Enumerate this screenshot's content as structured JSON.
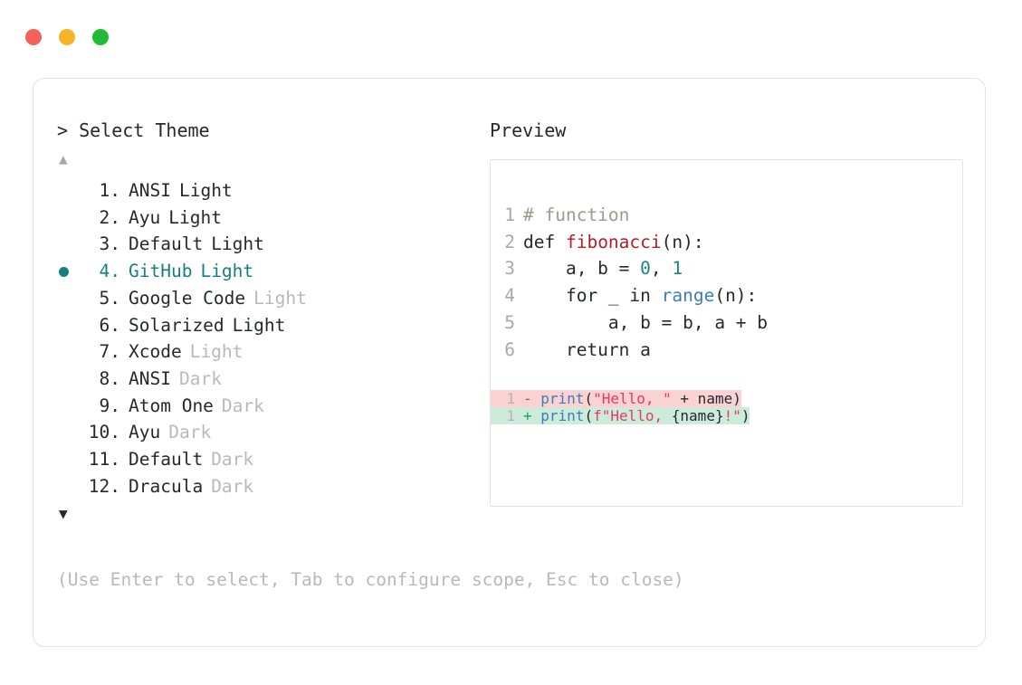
{
  "window": {
    "traffic_lights": [
      {
        "name": "close-button",
        "color": "#f4605a"
      },
      {
        "name": "minimize-button",
        "color": "#f5b525"
      },
      {
        "name": "maximize-button",
        "color": "#22bb33"
      }
    ]
  },
  "colors": {
    "accent_teal": "#15807f",
    "text": "#24292e",
    "dim": "#b9b9bd",
    "border": "#e2e2e4",
    "diff_remove_bg": "#fbd2d2",
    "diff_add_bg": "#cdebdb"
  },
  "selector": {
    "caret": ">",
    "title": "Select Theme",
    "scroll_up_icon": "▲",
    "scroll_down_icon": "▼",
    "selected_index": 4,
    "items": [
      {
        "index": "1.",
        "bullet": "",
        "name": "ANSI",
        "variant": "Light",
        "variant_dim": false,
        "selected": false
      },
      {
        "index": "2.",
        "bullet": "",
        "name": "Ayu",
        "variant": "Light",
        "variant_dim": false,
        "selected": false
      },
      {
        "index": "3.",
        "bullet": "",
        "name": "Default",
        "variant": "Light",
        "variant_dim": false,
        "selected": false
      },
      {
        "index": "4.",
        "bullet": "●",
        "name": "GitHub",
        "variant": "Light",
        "variant_dim": false,
        "selected": true
      },
      {
        "index": "5.",
        "bullet": "",
        "name": "Google Code",
        "variant": "Light",
        "variant_dim": true,
        "selected": false
      },
      {
        "index": "6.",
        "bullet": "",
        "name": "Solarized",
        "variant": "Light",
        "variant_dim": false,
        "selected": false
      },
      {
        "index": "7.",
        "bullet": "",
        "name": "Xcode",
        "variant": "Light",
        "variant_dim": true,
        "selected": false
      },
      {
        "index": "8.",
        "bullet": "",
        "name": "ANSI",
        "variant": "Dark",
        "variant_dim": true,
        "selected": false
      },
      {
        "index": "9.",
        "bullet": "",
        "name": "Atom One",
        "variant": "Dark",
        "variant_dim": true,
        "selected": false
      },
      {
        "index": "10.",
        "bullet": "",
        "name": "Ayu",
        "variant": "Dark",
        "variant_dim": true,
        "selected": false
      },
      {
        "index": "11.",
        "bullet": "",
        "name": "Default",
        "variant": "Dark",
        "variant_dim": true,
        "selected": false
      },
      {
        "index": "12.",
        "bullet": "",
        "name": "Dracula",
        "variant": "Dark",
        "variant_dim": true,
        "selected": false
      }
    ]
  },
  "preview": {
    "title": "Preview",
    "code_lines": [
      {
        "ln": "1",
        "tokens": [
          {
            "t": "# function",
            "c": "tok-comment"
          }
        ]
      },
      {
        "ln": "2",
        "tokens": [
          {
            "t": "def ",
            "c": "tok-kw"
          },
          {
            "t": "fibonacci",
            "c": "tok-fn"
          },
          {
            "t": "(n):",
            "c": "tok-punct"
          }
        ]
      },
      {
        "ln": "3",
        "tokens": [
          {
            "t": "    a, b = ",
            "c": "code-body"
          },
          {
            "t": "0",
            "c": "tok-num"
          },
          {
            "t": ", ",
            "c": "code-body"
          },
          {
            "t": "1",
            "c": "tok-num"
          }
        ]
      },
      {
        "ln": "4",
        "tokens": [
          {
            "t": "    for _ in ",
            "c": "code-body"
          },
          {
            "t": "range",
            "c": "tok-builtin"
          },
          {
            "t": "(n):",
            "c": "tok-punct"
          }
        ]
      },
      {
        "ln": "5",
        "tokens": [
          {
            "t": "        a, b = b, a + b",
            "c": "code-body"
          }
        ]
      },
      {
        "ln": "6",
        "tokens": [
          {
            "t": "    return a",
            "c": "code-body"
          }
        ]
      }
    ],
    "diff_lines": [
      {
        "ln": "1",
        "kind": "remove",
        "sign": "-",
        "tokens": [
          {
            "t": "print",
            "c": "tok-builtin"
          },
          {
            "t": "(",
            "c": "tok-punct"
          },
          {
            "t": "\"Hello, \"",
            "c": "tok-str"
          },
          {
            "t": " + name",
            "c": "code-body"
          },
          {
            "t": ")",
            "c": "tok-punct"
          }
        ]
      },
      {
        "ln": "1",
        "kind": "add",
        "sign": "+",
        "tokens": [
          {
            "t": "print",
            "c": "tok-builtin"
          },
          {
            "t": "(",
            "c": "tok-punct"
          },
          {
            "t": "f\"Hello, ",
            "c": "tok-str"
          },
          {
            "t": "{name}",
            "c": "code-body"
          },
          {
            "t": "!\"",
            "c": "tok-str"
          },
          {
            "t": ")",
            "c": "tok-punct"
          }
        ]
      }
    ]
  },
  "footer": {
    "hint": "(Use Enter to select, Tab to configure scope, Esc to close)"
  }
}
